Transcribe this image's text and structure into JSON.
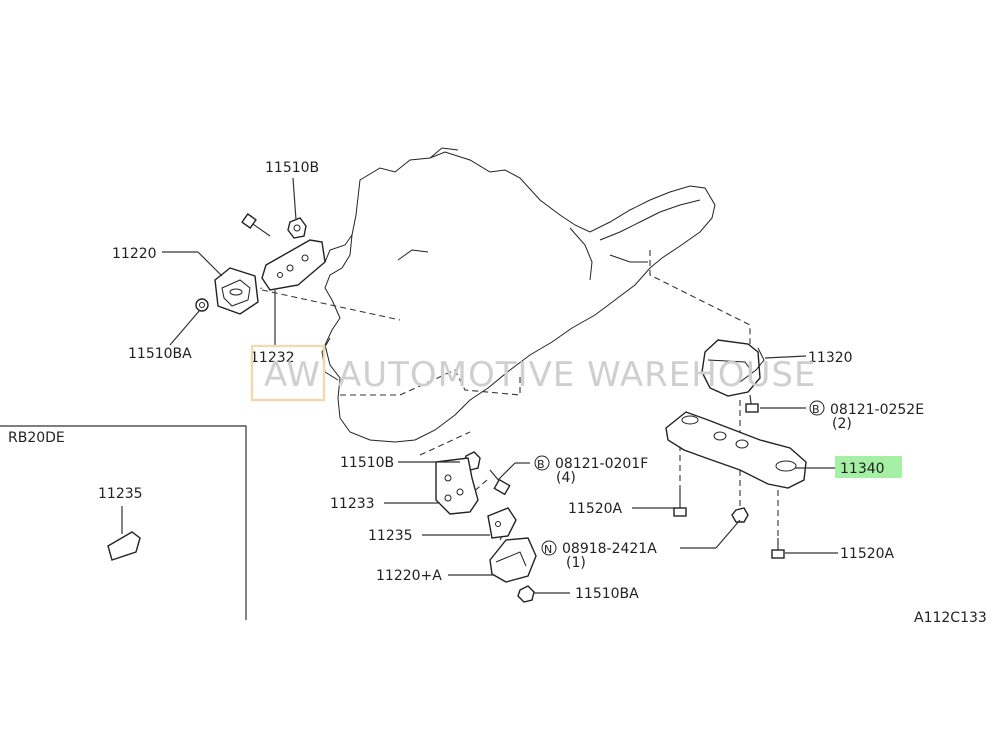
{
  "diagram_code": "A112C133",
  "inset_title": "RB20DE",
  "watermark": {
    "abbr": "AW",
    "text": "AUTOMOTIVE WAREHOUSE"
  },
  "colors": {
    "highlight": "#a6f0a6",
    "watermark_border": "#f2d9b0"
  },
  "labels": {
    "p11510B_top": "11510B",
    "p11220_left": "11220",
    "p11510BA_left": "11510BA",
    "p11232": "11232",
    "p11320": "11320",
    "b08121_0252E": "08121-0252E",
    "b08121_0252E_qty": "(2)",
    "p11340": "11340",
    "p11520A_left": "11520A",
    "p11520A_right": "11520A",
    "n08918_2421A": "08918-2421A",
    "n08918_2421A_qty": "(1)",
    "p11510B_mid": "11510B",
    "b08121_0201F": "08121-0201F",
    "b08121_0201F_qty": "(4)",
    "p11233": "11233",
    "p11235": "11235",
    "p11220A": "11220+A",
    "p11510BA_bottom": "11510BA",
    "p11235_inset": "11235"
  },
  "markers": {
    "B": "B",
    "N": "N"
  }
}
